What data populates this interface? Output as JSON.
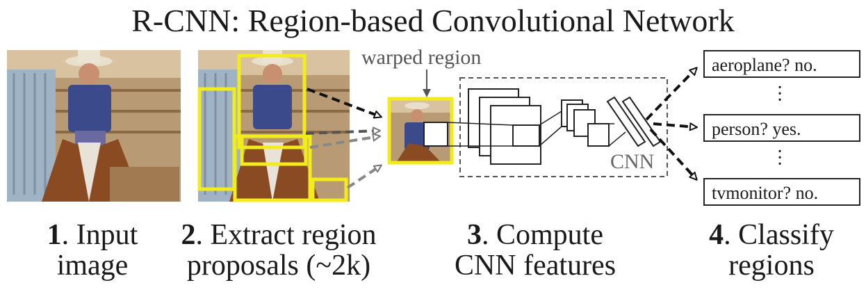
{
  "title": "R-CNN: Region-based Convolutional Network",
  "warped_label": "warped region",
  "cnn_label": "CNN",
  "steps": [
    {
      "num": "1",
      "line1": ". Input",
      "line2": "image"
    },
    {
      "num": "2",
      "line1": ". Extract region",
      "line2": "proposals (~2k)"
    },
    {
      "num": "3",
      "line1": ". Compute",
      "line2": "CNN features"
    },
    {
      "num": "4",
      "line1": ". Classify",
      "line2": "regions"
    }
  ],
  "classes": [
    {
      "label": "aeroplane? no."
    },
    {
      "label": "person? yes."
    },
    {
      "label": "tvmonitor? no."
    }
  ],
  "colors": {
    "proposal": "#f2ec1a",
    "fence": "#c9a77a",
    "sky": "#9fb3c4",
    "shirt": "#3a4a8a",
    "horse": "#8a4a22"
  }
}
